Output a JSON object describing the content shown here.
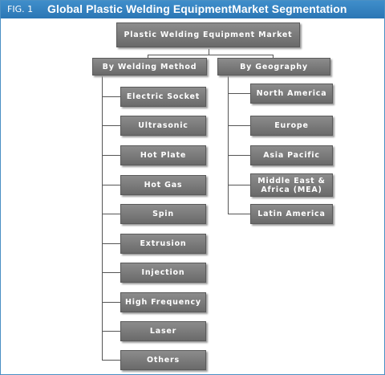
{
  "header": {
    "fig_label": "FIG. 1",
    "title": "Global Plastic Welding EquipmentMarket Segmentation"
  },
  "root": {
    "label": "Plastic Welding Equipment Market"
  },
  "branches": [
    {
      "label": "By Welding Method",
      "items": [
        "Electric Socket",
        "Ultrasonic",
        "Hot Plate",
        "Hot Gas",
        "Spin",
        "Extrusion",
        "Injection",
        "High Frequency",
        "Laser",
        "Others"
      ]
    },
    {
      "label": "By Geography",
      "items": [
        "North America",
        "Europe",
        "Asia Pacific",
        "Middle East & Africa (MEA)",
        "Latin America"
      ]
    }
  ],
  "colors": {
    "header": "#2b76b5",
    "box": "#7a7a7a",
    "connector": "#555555"
  }
}
